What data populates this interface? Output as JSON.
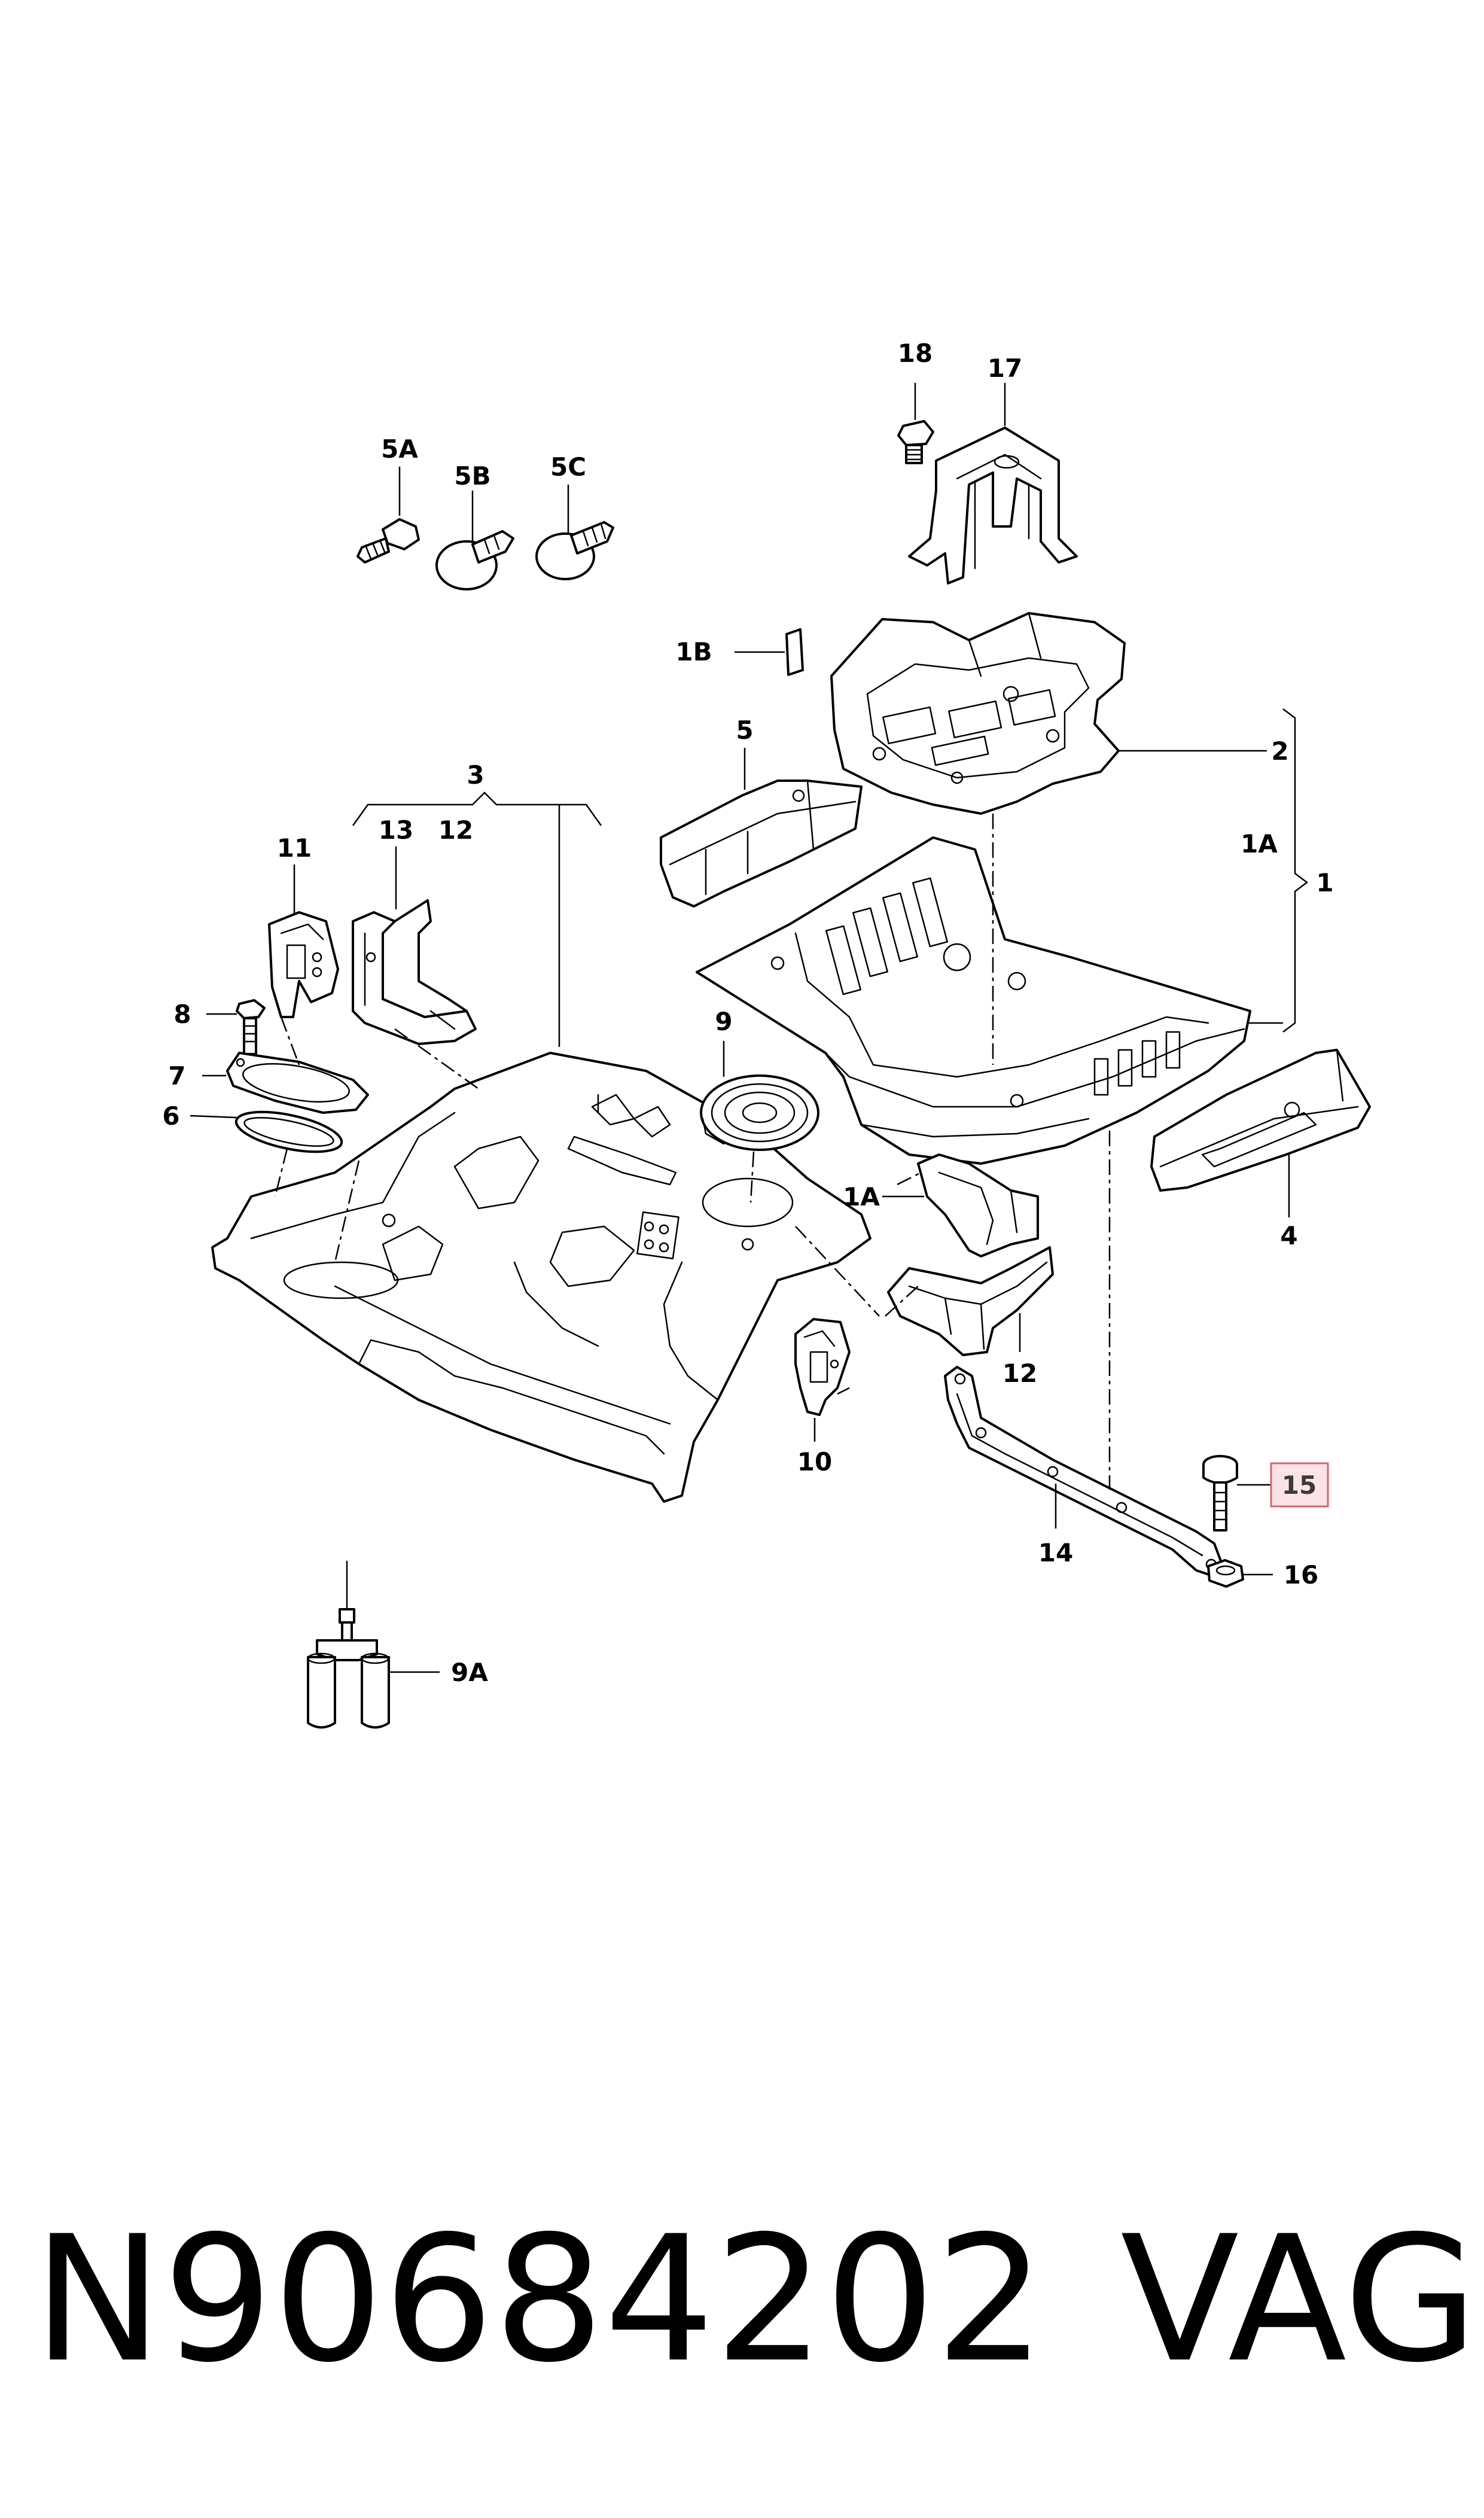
{
  "callouts": {
    "c18": "18",
    "c17": "17",
    "c5A": "5A",
    "c5B": "5B",
    "c5C": "5C",
    "c1B": "1B",
    "c5": "5",
    "c2": "2",
    "c1A_right": "1A",
    "c1": "1",
    "c3": "3",
    "c11": "11",
    "c13": "13",
    "c12_top": "12",
    "c8": "8",
    "c7": "7",
    "c6": "6",
    "c9": "9",
    "c1A_mid": "1A",
    "c4": "4",
    "c12_mid": "12",
    "c10": "10",
    "c14": "14",
    "c15": "15",
    "c16": "16",
    "c9A": "9A"
  },
  "highlight": {
    "callout": "15",
    "fill": "#fbe3e6",
    "border": "#d9636f"
  },
  "footer": {
    "part_number": "N90684202",
    "brand": "VAG"
  }
}
